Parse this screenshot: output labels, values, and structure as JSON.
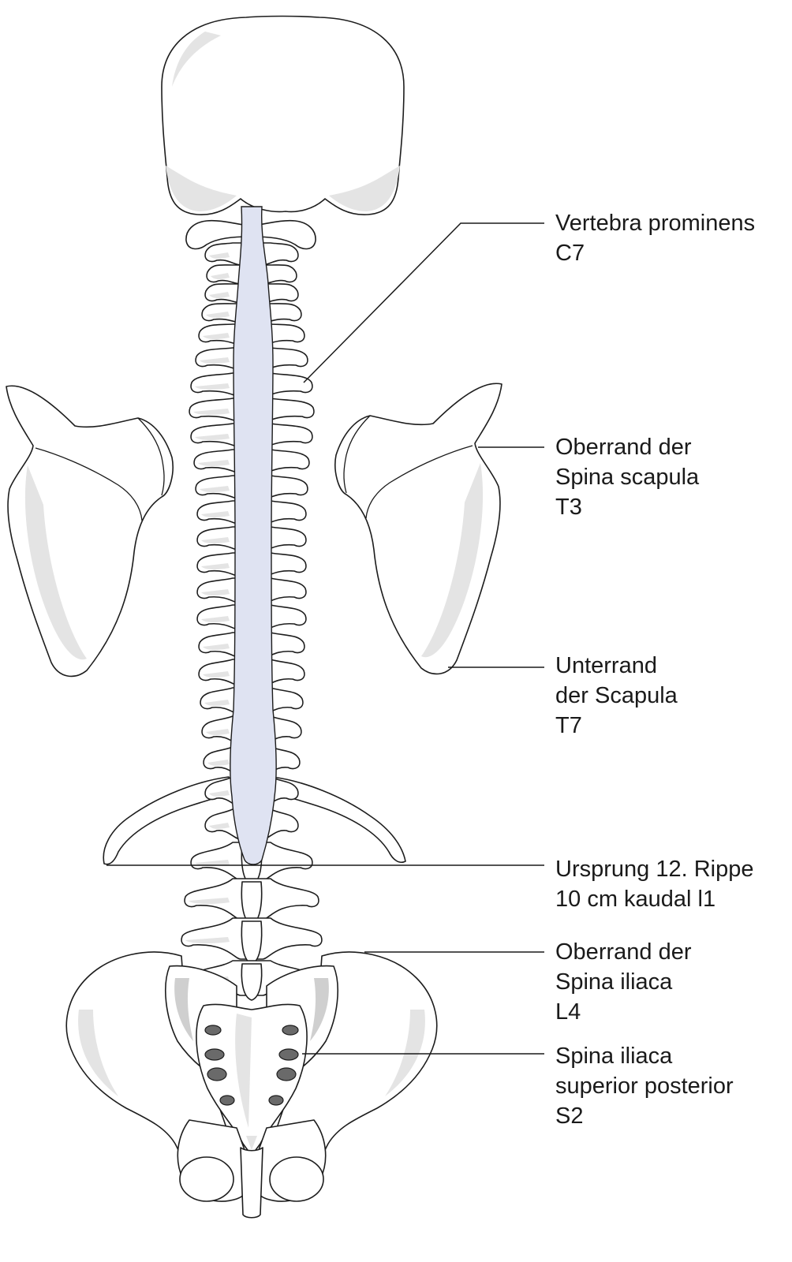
{
  "labels": {
    "c7": {
      "line1": "Vertebra prominens",
      "line2": "C7"
    },
    "t3": {
      "line1": "Oberrand der",
      "line2": "Spina scapula",
      "line3": "T3"
    },
    "t7": {
      "line1": "Unterrand",
      "line2": "der Scapula",
      "line3": "T7"
    },
    "rib12": {
      "line1": "Ursprung 12. Rippe",
      "line2": "10 cm kaudal l1"
    },
    "l4": {
      "line1": "Oberrand der",
      "line2": "Spina iliaca",
      "line3": "L4"
    },
    "s2": {
      "line1": "Spina iliaca",
      "line2": "superior posterior",
      "line3": "S2"
    }
  },
  "colors": {
    "spinal_cord": "#dfe3f2",
    "bone": "#ffffff",
    "bone_shading": "#e4e4e4",
    "foramina": "#6a6a6a",
    "outline": "#1d1d1d"
  }
}
